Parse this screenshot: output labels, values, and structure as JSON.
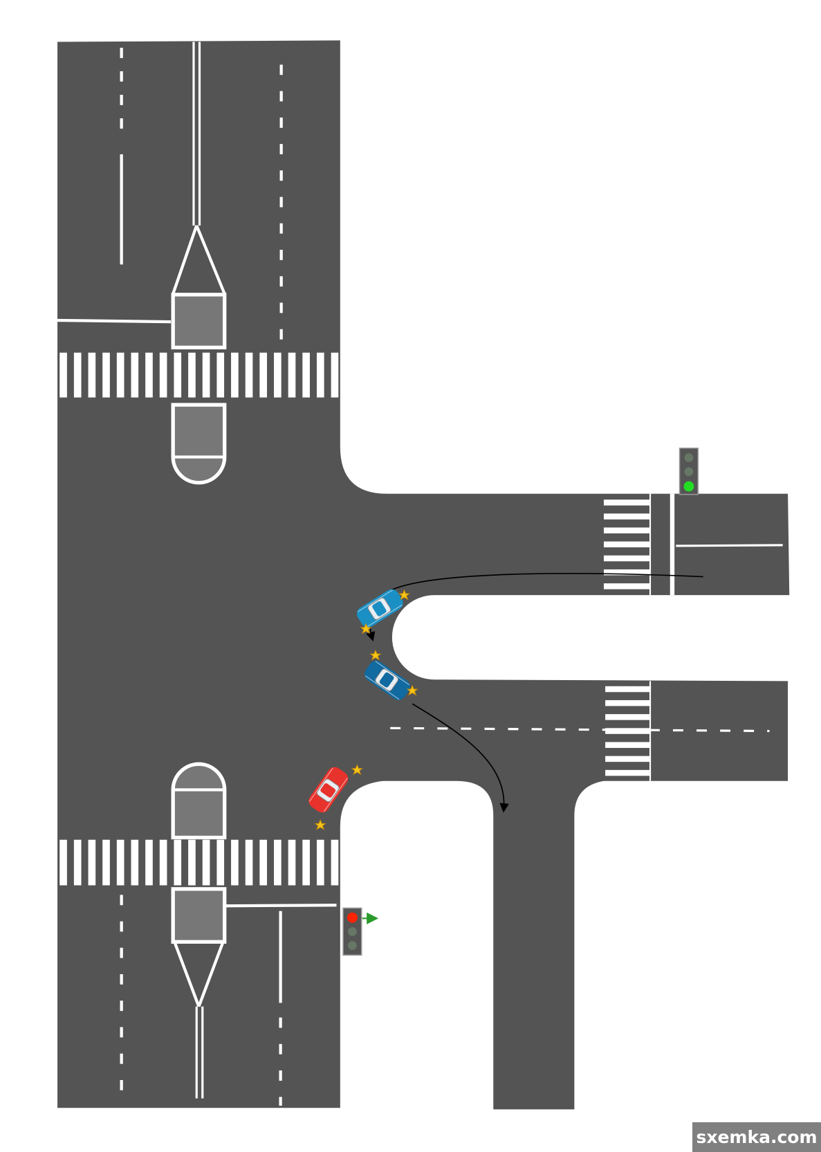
{
  "watermark": "sxemka.com",
  "colors": {
    "asphalt": "#545454",
    "marking": "#ffffff",
    "island": "#777777",
    "car_blue": "#1a8fc4",
    "car_blue_dark": "#116aa0",
    "car_red": "#e8322c",
    "light_green": "#22dd22",
    "light_red": "#ff2200",
    "arrow_green": "#2a9a2a"
  },
  "traffic_lights": [
    {
      "name": "east-approach-light",
      "state": "green"
    },
    {
      "name": "south-approach-light",
      "state": "red",
      "extra_arrow": "right"
    }
  ],
  "vehicles": [
    {
      "name": "blue-car-uturn",
      "color": "blue"
    },
    {
      "name": "blue-car-turning-south",
      "color": "blue"
    },
    {
      "name": "red-car",
      "color": "red"
    }
  ]
}
